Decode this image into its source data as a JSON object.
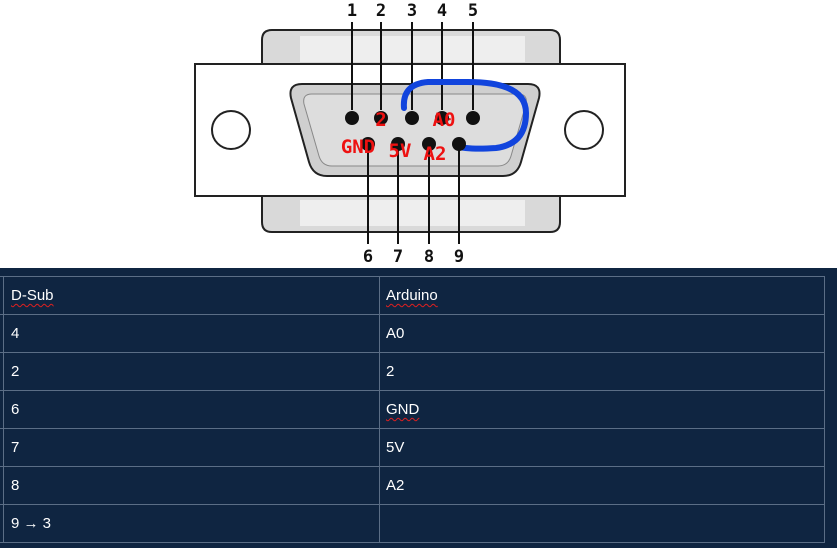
{
  "diagram": {
    "top_pins": [
      "1",
      "2",
      "3",
      "4",
      "5"
    ],
    "bottom_pins": [
      "6",
      "7",
      "8",
      "9"
    ],
    "overlay_labels": {
      "p2": "2",
      "p4": "A0",
      "p6": "GND",
      "p7": "5V",
      "p8": "A2"
    },
    "colors": {
      "label": "#ee1111",
      "jumper": "#1144dd"
    }
  },
  "table": {
    "header": [
      "D-Sub",
      "Arduino"
    ],
    "rows": [
      [
        "4",
        "A0"
      ],
      [
        "2",
        "2"
      ],
      [
        "6",
        "GND"
      ],
      [
        "7",
        "5V"
      ],
      [
        "8",
        "A2"
      ],
      [
        "9 → 3",
        ""
      ]
    ],
    "spellcheck_flagged": [
      "D-Sub",
      "Arduino",
      "GND"
    ]
  }
}
